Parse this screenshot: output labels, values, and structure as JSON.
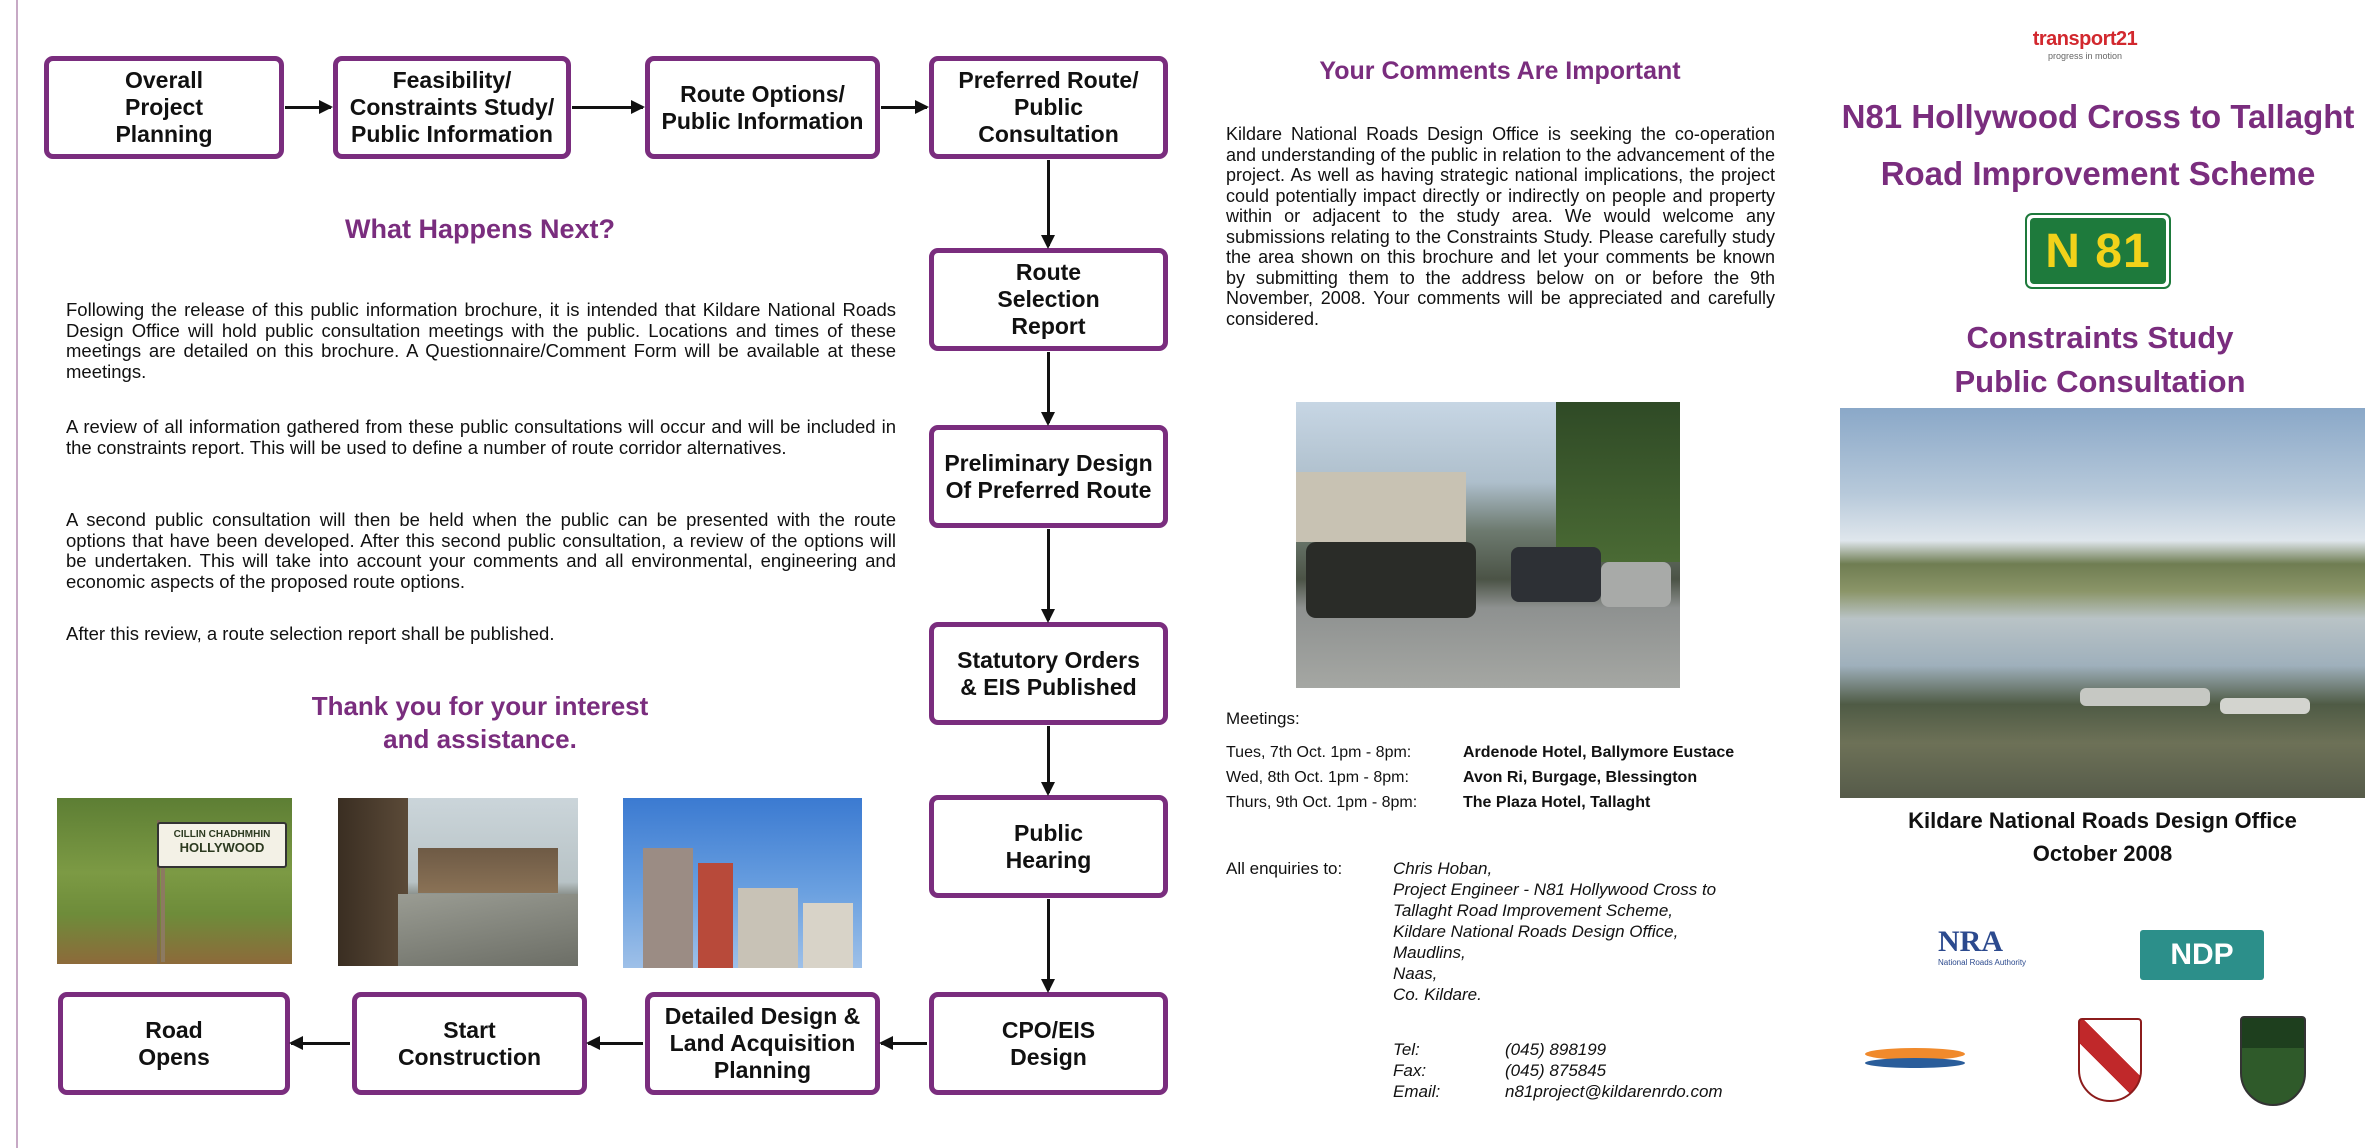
{
  "flowchart": {
    "top_row": [
      "Overall\nProject\nPlanning",
      "Feasibility/\nConstraints Study/\nPublic Information",
      "Route Options/\nPublic Information",
      "Preferred Route/\nPublic\nConsultation"
    ],
    "right_column": [
      "Route\nSelection\nReport",
      "Preliminary Design\nOf Preferred Route",
      "Statutory Orders\n& EIS Published",
      "Public\nHearing",
      "CPO/EIS\nDesign"
    ],
    "bottom_row": [
      "Detailed Design &\nLand Acquisition\nPlanning",
      "Start\nConstruction",
      "Road\nOpens"
    ]
  },
  "what_next": {
    "heading": "What Happens Next?",
    "paragraphs": [
      "Following the release of this public information brochure, it is intended that Kildare National Roads Design Office will hold public consultation meetings with the public. Locations and times of these meetings are detailed on this brochure. A Questionnaire/Comment Form will be available at these meetings.",
      "A review of all information gathered from these public consultations will occur and will be included in the constraints report. This will be used to define a number of route corridor alternatives.",
      "A second public consultation will then be held when the public can be presented with the route options that have been developed. After this second public consultation, a review of the options will be undertaken. This will take into account your comments and all environmental, engineering and economic aspects of the proposed route options.",
      "After this review, a route selection report shall be published."
    ],
    "thanks_line1": "Thank you for your interest",
    "thanks_line2": "and assistance."
  },
  "photos": {
    "sign_line1": "CILLIN CHADHMHIN",
    "sign_line2": "HOLLYWOOD"
  },
  "comments": {
    "heading": "Your Comments Are Important",
    "body": "Kildare National Roads Design Office is seeking the co-operation and understanding of the public in relation to the advancement of the project. As well as having strategic national implications, the project could potentially impact directly or indirectly on people and property within or adjacent to the study area. We would welcome any submissions relating to the Constraints Study. Please carefully study the area shown on this brochure and let your comments be known by submitting them to the address below on or before the 9th November, 2008. Your comments will be appreciated and carefully considered."
  },
  "meetings": {
    "label": "Meetings:",
    "rows": [
      {
        "date": "Tues, 7th Oct. 1pm - 8pm:",
        "venue": "Ardenode Hotel, Ballymore Eustace"
      },
      {
        "date": "Wed, 8th Oct. 1pm - 8pm:",
        "venue": "Avon Ri, Burgage, Blessington"
      },
      {
        "date": "Thurs, 9th Oct. 1pm - 8pm:",
        "venue": "The Plaza Hotel, Tallaght"
      }
    ]
  },
  "enquiries": {
    "label": "All enquiries to:",
    "lines": [
      "Chris Hoban,",
      "Project Engineer - N81 Hollywood Cross to",
      "Tallaght Road Improvement Scheme,",
      "Kildare National Roads Design Office,",
      "Maudlins,",
      "Naas,",
      "Co. Kildare."
    ],
    "contacts": [
      {
        "label": "Tel:",
        "value": "(045) 898199"
      },
      {
        "label": "Fax:",
        "value": "(045) 875845"
      },
      {
        "label": "Email:",
        "value": "n81project@kildarenrdo.com"
      }
    ]
  },
  "cover": {
    "transport_logo": "transport21",
    "transport_tagline": "progress in motion",
    "title_line1": "N81 Hollywood Cross to Tallaght",
    "title_line2": "Road Improvement Scheme",
    "road_sign": "N 81",
    "subtitle_line1": "Constraints Study",
    "subtitle_line2": "Public Consultation",
    "office": "Kildare National Roads Design Office",
    "date": "October 2008",
    "nra_logo": "NRA",
    "nra_sub": "National Roads Authority",
    "ndp_logo": "NDP"
  },
  "colors": {
    "purple": "#7a2d7e",
    "sign_green": "#1e7a3c",
    "sign_yellow": "#f2d21a"
  }
}
